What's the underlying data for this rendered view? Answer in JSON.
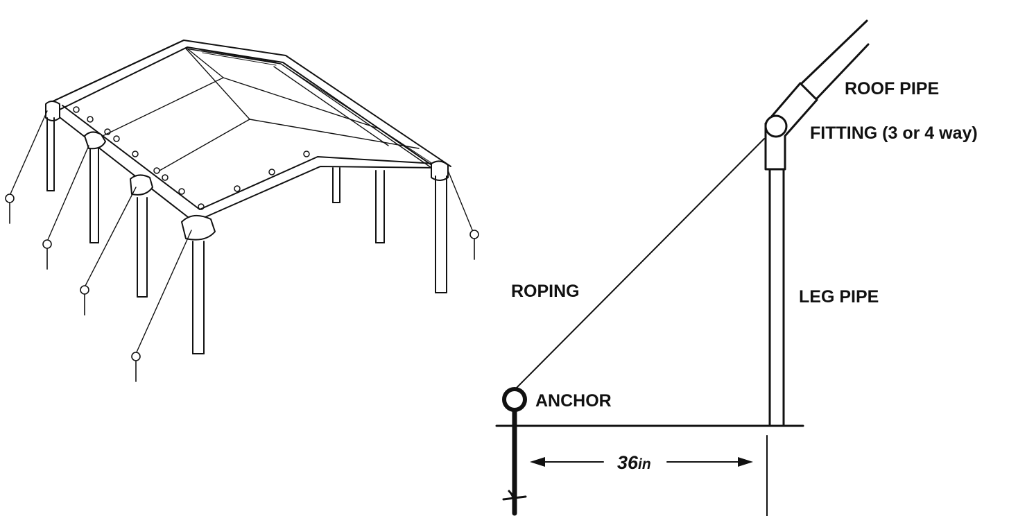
{
  "labels": {
    "roof_pipe": "ROOF PIPE",
    "fitting": "FITTING (3 or 4 way)",
    "roping": "ROPING",
    "leg_pipe": "LEG PIPE",
    "anchor": "ANCHOR"
  },
  "dimension": {
    "value": "36",
    "unit": "in"
  },
  "colors": {
    "ink": "#111111",
    "background": "#ffffff"
  }
}
